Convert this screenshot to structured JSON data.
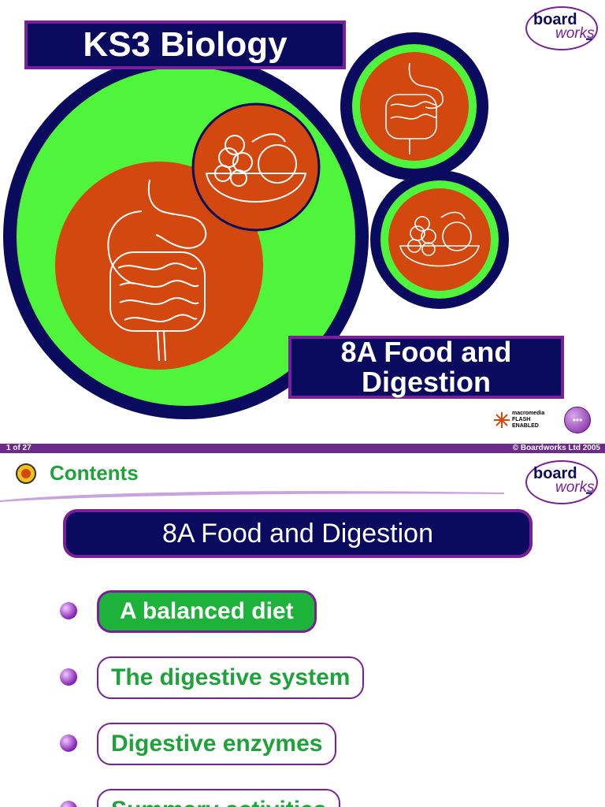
{
  "slide1": {
    "title": "KS3 Biology",
    "subtitle": "8A Food and Digestion",
    "logo": {
      "word1": "board",
      "word2": "works"
    },
    "flash_badge": {
      "line1": "macromedia",
      "line2": "FLASH",
      "line3": "ENABLED"
    },
    "next_icon": "arrow-next-icon"
  },
  "footer": {
    "page": "1 of 27",
    "copyright": "© Boardworks Ltd 2005"
  },
  "slide2": {
    "contents_label": "Contents",
    "logo": {
      "word1": "board",
      "word2": "works"
    },
    "header": "8A Food and Digestion",
    "menu": [
      {
        "label": "A balanced diet",
        "active": true
      },
      {
        "label": "The digestive system",
        "active": false
      },
      {
        "label": "Digestive enzymes",
        "active": false
      },
      {
        "label": "Summary activities",
        "active": false
      }
    ]
  },
  "colors": {
    "navy": "#0a0a5e",
    "purple": "#7a1f9a",
    "green": "#4ff53a",
    "orange": "#d2480f",
    "contents_green": "#1da33a"
  }
}
